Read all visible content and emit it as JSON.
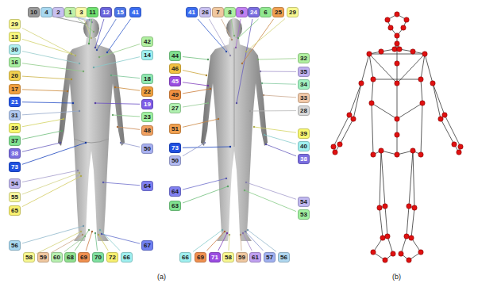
{
  "diagram": {
    "nodes": [
      {
        "text": [
          "10"
        ]
      },
      {
        "text": [
          "4"
        ]
      },
      {
        "text": [
          "2"
        ]
      },
      {
        "text": [
          "1"
        ]
      },
      {
        "text": [
          "3"
        ]
      },
      {
        "text": [
          "11"
        ]
      },
      {
        "text": [
          "12"
        ]
      },
      {
        "text": [
          "15"
        ]
      },
      {
        "text": [
          "41"
        ]
      },
      {
        "text": [
          "29"
        ]
      },
      {
        "text": [
          "13"
        ]
      },
      {
        "text": [
          "30"
        ]
      },
      {
        "text": [
          "16"
        ]
      },
      {
        "text": [
          "20"
        ]
      },
      {
        "text": [
          "17"
        ]
      },
      {
        "text": [
          "21"
        ]
      },
      {
        "text": [
          "31"
        ]
      },
      {
        "text": [
          "39"
        ]
      },
      {
        "text": [
          "37"
        ]
      },
      {
        "text": [
          "38"
        ]
      },
      {
        "text": [
          "73"
        ]
      },
      {
        "text": [
          "54"
        ]
      },
      {
        "text": [
          "55"
        ]
      },
      {
        "text": [
          "65"
        ]
      },
      {
        "text": [
          "42"
        ]
      },
      {
        "text": [
          "14"
        ]
      },
      {
        "text": [
          "18"
        ]
      },
      {
        "text": [
          "22"
        ]
      },
      {
        "text": [
          "19"
        ]
      },
      {
        "text": [
          "23"
        ]
      },
      {
        "text": [
          "48"
        ]
      },
      {
        "text": [
          "50"
        ]
      },
      {
        "text": [
          "64"
        ]
      },
      {
        "text": [
          "67"
        ]
      },
      {
        "text": [
          "56"
        ]
      },
      {
        "text": [
          "58"
        ]
      },
      {
        "text": [
          "59"
        ]
      },
      {
        "text": [
          "60"
        ]
      },
      {
        "text": [
          "68"
        ]
      },
      {
        "text": [
          "69"
        ]
      },
      {
        "text": [
          "70"
        ]
      },
      {
        "text": [
          "72"
        ]
      },
      {
        "text": [
          "66"
        ]
      },
      {
        "text": [
          "41"
        ]
      },
      {
        "text": [
          "26"
        ]
      },
      {
        "text": [
          "7"
        ]
      },
      {
        "text": [
          "8"
        ]
      },
      {
        "text": [
          "9"
        ]
      },
      {
        "text": [
          "24"
        ]
      },
      {
        "text": [
          "6"
        ]
      },
      {
        "text": [
          "25"
        ]
      },
      {
        "text": [
          "29"
        ]
      },
      {
        "text": [
          "44"
        ]
      },
      {
        "text": [
          "46"
        ]
      },
      {
        "text": [
          "45"
        ]
      },
      {
        "text": [
          "49"
        ]
      },
      {
        "text": [
          "27"
        ]
      },
      {
        "text": [
          "51"
        ]
      },
      {
        "text": [
          "73"
        ]
      },
      {
        "text": [
          "50"
        ]
      },
      {
        "text": [
          "64"
        ]
      },
      {
        "text": [
          "63"
        ]
      },
      {
        "text": [
          "32"
        ]
      },
      {
        "text": [
          "35"
        ]
      },
      {
        "text": [
          "34"
        ]
      },
      {
        "text": [
          "33"
        ]
      },
      {
        "text": [
          "28"
        ]
      },
      {
        "text": [
          "39"
        ]
      },
      {
        "text": [
          "40"
        ]
      },
      {
        "text": [
          "38"
        ]
      },
      {
        "text": [
          "54"
        ]
      },
      {
        "text": [
          "53"
        ]
      },
      {
        "text": [
          "66"
        ]
      },
      {
        "text": [
          "69"
        ]
      },
      {
        "text": [
          "71"
        ]
      },
      {
        "text": [
          "58"
        ]
      },
      {
        "text": [
          "59"
        ]
      },
      {
        "text": [
          "61"
        ]
      },
      {
        "text": [
          "57"
        ]
      },
      {
        "text": [
          "56"
        ]
      }
    ],
    "labels": [
      "(a)",
      "(b)"
    ]
  }
}
